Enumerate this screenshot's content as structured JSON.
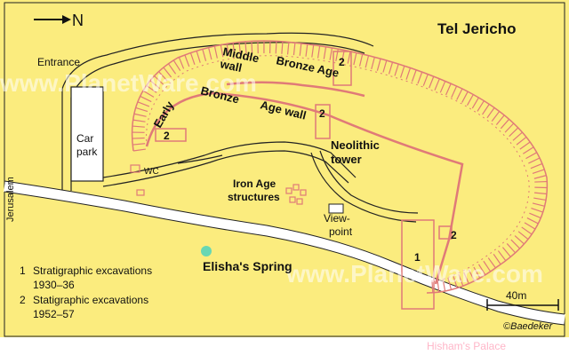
{
  "title": "Tel Jericho",
  "north_label": "N",
  "labels": {
    "entrance": "Entrance",
    "car": "Car",
    "park": "park",
    "jerusalem": "Jerusalem",
    "wc": "WC",
    "middle": "Middle",
    "bronze_age": "Bronze Age",
    "wall": "wall",
    "early": "Early",
    "bronze": "Bronze",
    "age_wall": "Age wall",
    "neolithic": "Neolithic",
    "tower": "tower",
    "iron_age": "Iron Age",
    "structures": "structures",
    "view": "View-",
    "point": "point",
    "elisha": "Elisha's Spring",
    "n2a": "2",
    "n2b": "2",
    "n2c": "2",
    "n2d": "2",
    "n1": "1"
  },
  "legend": {
    "l1_num": "1",
    "l1_line1": "Stratigraphic excavations",
    "l1_line2": "1930–36",
    "l2_num": "2",
    "l2_line1": "Statigraphic excavations",
    "l2_line2": "1952–57"
  },
  "scale_label": "40m",
  "credit": "©Baedeker",
  "watermark": "www.PlanetWare.com",
  "footer": "Hisham's Palace",
  "colors": {
    "land": "#fbec7e",
    "road": "#ffffff",
    "wall": "#e07a78",
    "spring": "#67d7b3",
    "footer": "#ffb6c8"
  }
}
